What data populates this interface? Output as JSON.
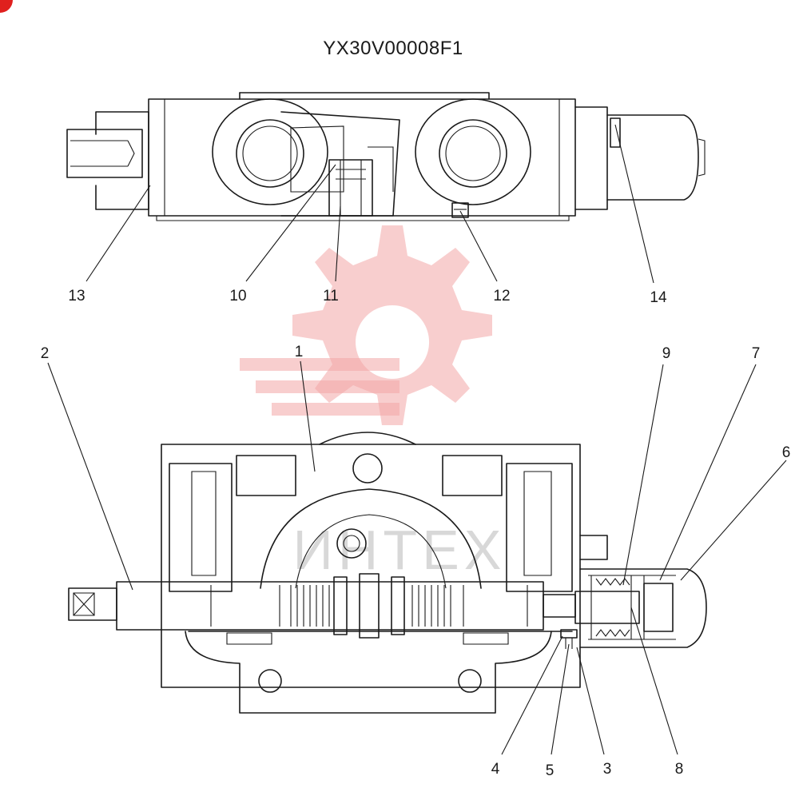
{
  "title": "YX30V00008F1",
  "watermark": {
    "text": "ИНТЕХ",
    "color": "#f3a6a6"
  },
  "top_view_labels": [
    "13",
    "10",
    "11",
    "12",
    "14"
  ],
  "section_view_labels": [
    "2",
    "1",
    "9",
    "7",
    "6",
    "4",
    "5",
    "3",
    "8"
  ],
  "corner_badge": {
    "color": "#e0201e"
  }
}
